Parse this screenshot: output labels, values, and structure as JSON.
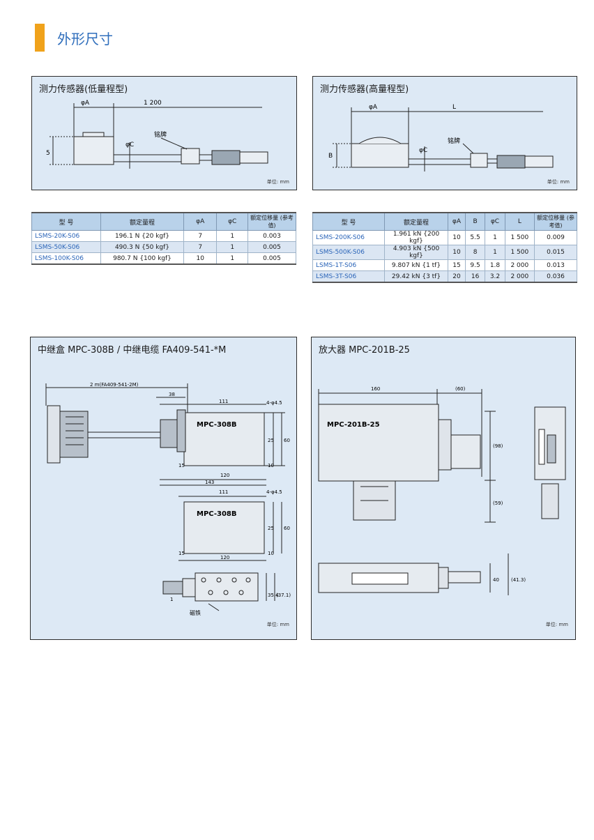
{
  "page": {
    "title": "外形尺寸"
  },
  "panels": {
    "low": {
      "title": "测力传感器(低量程型)",
      "unit": "单位: mm",
      "labels": {
        "phiA": "φA",
        "len": "1 200",
        "phiC": "φC",
        "plate": "铭牌",
        "h": "5"
      }
    },
    "high": {
      "title": "测力传感器(高量程型)",
      "unit": "单位: mm",
      "labels": {
        "phiA": "φA",
        "len": "L",
        "phiC": "φC",
        "plate": "铭牌",
        "h": "B"
      }
    },
    "relay": {
      "title": "中继盒 MPC-308B / 中继电缆 FA409-541-*M",
      "unit": "单位: mm",
      "labels": {
        "cable": "2 m(FA409-541-2M)",
        "d38": "38",
        "d111": "111",
        "d111b": "111",
        "d120": "120",
        "d120b": "120",
        "d143": "143",
        "d15": "15",
        "d15b": "15",
        "d10": "10",
        "d10b": "10",
        "d25": "25",
        "d25b": "25",
        "d60": "60",
        "d60b": "60",
        "hole": "4-φ4.5",
        "hole2": "4-φ4.5",
        "model": "MPC-308B",
        "model2": "MPC-308B",
        "d354": "35.4",
        "d371": "(37.1)",
        "d1": "1",
        "magnet": "磁铁"
      }
    },
    "amp": {
      "title": "放大器 MPC-201B-25",
      "unit": "单位: mm",
      "labels": {
        "d160": "160",
        "d60": "(60)",
        "d98": "(98)",
        "d59": "(59)",
        "d40": "40",
        "d413": "(41.3)",
        "model": "MPC-201B-25"
      }
    }
  },
  "table_low": {
    "headers": [
      "型 号",
      "额定量程",
      "φA",
      "φC",
      "额定位移量 (参考值)"
    ],
    "rows": [
      [
        "LSMS-20K-S06",
        "196.1 N {20 kgf}",
        "7",
        "1",
        "0.003"
      ],
      [
        "LSMS-50K-S06",
        "490.3 N {50 kgf}",
        "7",
        "1",
        "0.005"
      ],
      [
        "LSMS-100K-S06",
        "980.7 N {100 kgf}",
        "10",
        "1",
        "0.005"
      ]
    ]
  },
  "table_high": {
    "headers": [
      "型 号",
      "额定量程",
      "φA",
      "B",
      "φC",
      "L",
      "额定位移量 (参考值)"
    ],
    "rows": [
      [
        "LSMS-200K-S06",
        "1.961 kN {200 kgf}",
        "10",
        "5.5",
        "1",
        "1 500",
        "0.009"
      ],
      [
        "LSMS-500K-S06",
        "4.903 kN {500 kgf}",
        "10",
        "8",
        "1",
        "1 500",
        "0.015"
      ],
      [
        "LSMS-1T-S06",
        "9.807 kN {1 tf}",
        "15",
        "9.5",
        "1.8",
        "2 000",
        "0.013"
      ],
      [
        "LSMS-3T-S06",
        "29.42 kN {3 tf}",
        "20",
        "16",
        "3.2",
        "2 000",
        "0.036"
      ]
    ]
  },
  "colors": {
    "accent": "#f0a21b",
    "title": "#2f6ebc",
    "panel_bg": "#dde9f5",
    "header_bg": "#b9d2ea",
    "model_text": "#2a64b8"
  }
}
